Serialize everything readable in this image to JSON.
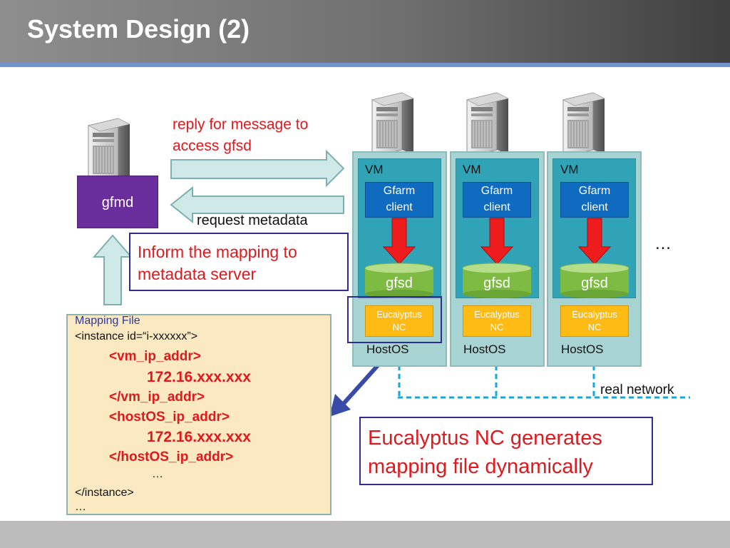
{
  "title": "System Design (2)",
  "gfmd": {
    "label": "gfmd"
  },
  "arrows": {
    "reply_label": "reply for message to\naccess gfsd",
    "request_label": "request metadata"
  },
  "inform_box": {
    "text": "Inform the mapping to\nmetadata server"
  },
  "hosts": [
    {
      "vm_label": "VM",
      "client_label": "Gfarm\nclient",
      "gfsd_label": "gfsd",
      "nc_label": "Eucalyptus\nNC",
      "host_label": "HostOS"
    },
    {
      "vm_label": "VM",
      "client_label": "Gfarm\nclient",
      "gfsd_label": "gfsd",
      "nc_label": "Eucalyptus\nNC",
      "host_label": "HostOS"
    },
    {
      "vm_label": "VM",
      "client_label": "Gfarm\nclient",
      "gfsd_label": "gfsd",
      "nc_label": "Eucalyptus\nNC",
      "host_label": "HostOS"
    }
  ],
  "more_hosts": "…",
  "network_label": "real network",
  "mapping_file": {
    "heading": "Mapping File",
    "lines": [
      "<instance id=“i-xxxxxx”>",
      "<vm_ip_addr>",
      "172.16.xxx.xxx",
      "</vm_ip_addr>",
      "<hostOS_ip_addr>",
      "172.16.xxx.xxx",
      "</hostOS_ip_addr>",
      "…",
      "</instance>",
      "…"
    ]
  },
  "nc_box": {
    "text": "Eucalyptus NC generates\nmapping file dynamically"
  },
  "colors": {
    "accent_line": "#6f95cc",
    "red_text": "#e0191e",
    "box_border": "#2d2e8f",
    "gfmd_fill": "#6a2d9c",
    "vm_fill": "#31a3b6",
    "host_fill": "#a7d4d3",
    "client_fill": "#0f6bbf",
    "gfsd_fill": "#7dbb42",
    "nc_fill": "#fdbb13",
    "network_line": "#1aa6d8"
  }
}
